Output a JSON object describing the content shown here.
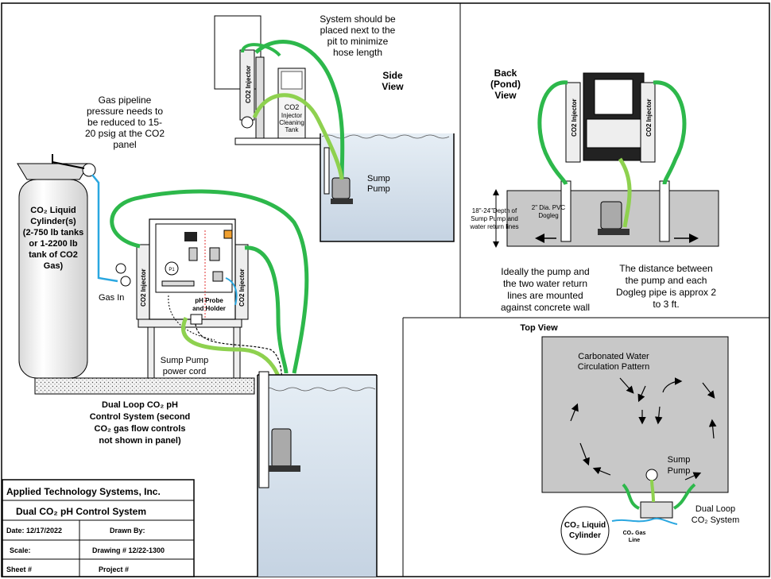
{
  "side_view": {
    "title_lines": [
      "Side",
      "View"
    ],
    "note_lines": [
      "System should be",
      "placed next to the",
      "pit to minimize",
      "hose length"
    ],
    "tank_lines": [
      "CO2",
      "Injector",
      "Cleaning",
      "Tank"
    ],
    "pump_lines": [
      "Sump",
      "Pump"
    ],
    "injector": "CO2 Injector"
  },
  "main_view": {
    "pipeline_note_lines": [
      "Gas pipeline",
      "pressure needs to",
      "be reduced to 15-",
      "20 psig at the CO2",
      "panel"
    ],
    "cylinder_lines": [
      "CO₂ Liquid",
      "Cylinder(s)",
      "(2-750 lb tanks",
      "or 1-2200 lb",
      "tank of CO2",
      "Gas)"
    ],
    "gas_in": "Gas In",
    "injector_left": "CO2 Injector",
    "injector_right": "CO2 Injector",
    "ph_probe_lines": [
      "pH Probe",
      "and Holder"
    ],
    "p1": "P1",
    "power_cord_lines": [
      "Sump Pump",
      "power cord"
    ],
    "caption_lines": [
      "Dual Loop CO₂ pH",
      "Control System (second",
      "CO₂ gas flow controls",
      "not shown in panel)"
    ]
  },
  "back_view": {
    "title_lines": [
      "Back",
      "(Pond)",
      "View"
    ],
    "depth_lines": [
      "18\"-24\"Depth of",
      "Sump Pump and",
      "water return lines"
    ],
    "pvc_lines": [
      "2\" Dia. PVC",
      "Dogleg"
    ],
    "note_left_lines": [
      "Ideally the pump and",
      "the two water return",
      "lines are mounted",
      "against concrete wall"
    ],
    "note_right_lines": [
      "The distance between",
      "the pump and each",
      "Dogleg pipe is approx 2",
      "to 3 ft."
    ],
    "injector_left": "CO2 Injector",
    "injector_right": "CO2 Injector"
  },
  "top_view": {
    "title": "Top View",
    "pattern_lines": [
      "Carbonated Water",
      "Circulation Pattern"
    ],
    "pump_lines": [
      "Sump",
      "Pump"
    ],
    "system_lines": [
      "Dual Loop",
      "CO₂ System"
    ],
    "cylinder_lines": [
      "CO₂ Liquid",
      "Cylinder"
    ],
    "gas_line_lines": [
      "CO₂ Gas",
      "Line"
    ]
  },
  "title_block": {
    "company": "Applied Technology Systems, Inc.",
    "drawing_title": "Dual CO₂ pH Control System",
    "date": "Date: 12/17/2022",
    "drawn_by": "Drawn By:",
    "scale": "Scale:",
    "drawing_no": "Drawing #  12/22-1300",
    "sheet": "Sheet #",
    "project": "Project #"
  },
  "colors": {
    "hose_green": "#2db84b",
    "hose_light_green": "#8ed14f",
    "gas_line_blue": "#2aa7e0",
    "water": "#cfdbe8",
    "concrete": "#c8c8c8"
  }
}
